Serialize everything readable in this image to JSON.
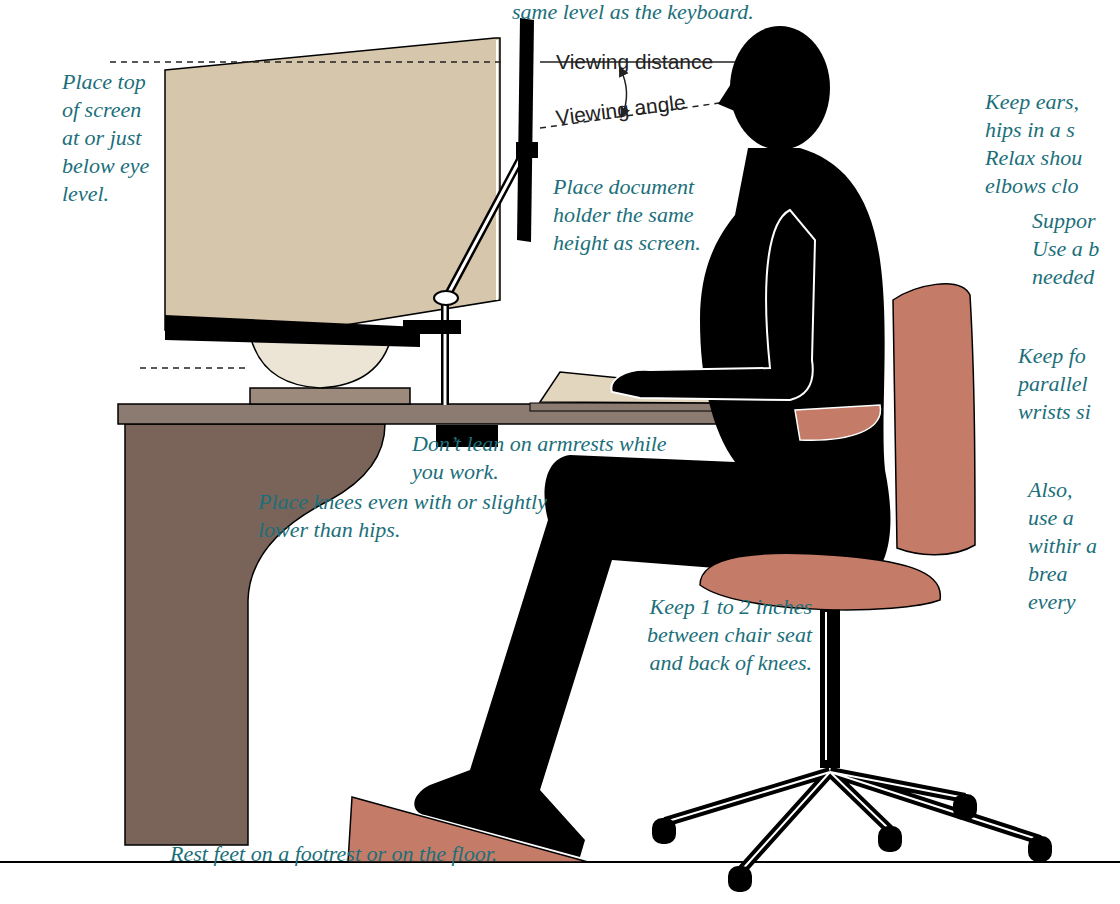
{
  "diagram": {
    "labels": [
      "same level as the keyboard.",
      "Place top of screen at or just below eye level.",
      "Viewing distance",
      "Viewing angle",
      "Place document holder the same height as screen.",
      "Keep ears, hips in a s Relax shou elbows clo",
      "Suppor Use a b needed",
      "Keep fo parallel wrists si",
      "Also, use a withir a brea every",
      "Don’t lean on armrests while you work.",
      "Place knees even with or slightly lower than hips.",
      "Keep 1 to 2 inches between chair seat and back of knees.",
      "Rest feet on a footrest or on the floor."
    ]
  }
}
